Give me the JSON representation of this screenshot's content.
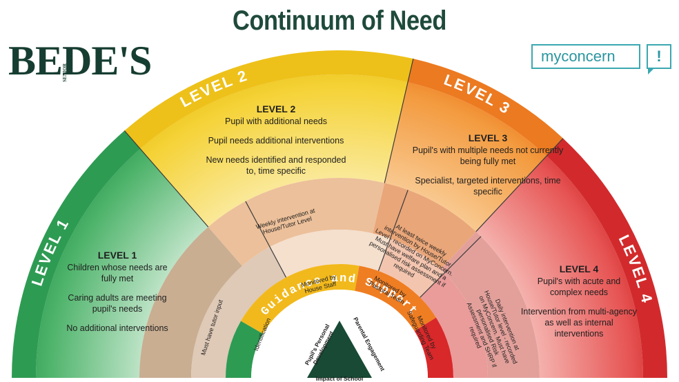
{
  "header": {
    "title": "Continuum of Need",
    "logo_left": "BEDE'S",
    "logo_left_small": "SENIOR",
    "logo_right": "myconcern",
    "logo_right_mark": "!"
  },
  "outer_labels": {
    "level1": "LEVEL 1",
    "level2": "LEVEL 2",
    "level3": "LEVEL 3",
    "level4": "LEVEL 4"
  },
  "levels": {
    "level1": {
      "heading": "LEVEL 1",
      "lines": [
        "Children whose needs are fully met",
        "Caring adults are meeting pupil's needs",
        "No additional interventions"
      ]
    },
    "level2": {
      "heading": "LEVEL 2",
      "lines": [
        "Pupil with additional needs",
        "Pupil needs additional interventions",
        "New needs identified and responded to, time specific"
      ]
    },
    "level3": {
      "heading": "LEVEL 3",
      "lines": [
        "Pupil's with multiple needs not currently being fully met",
        "Specialist, targeted interventions, time specific"
      ]
    },
    "level4": {
      "heading": "LEVEL 4",
      "lines": [
        "Pupil's with acute and complex needs",
        "Intervention from multi-agency as well as internal interventions"
      ]
    }
  },
  "middle_ring": {
    "l1": "Must have tutor input",
    "l2": "Weekly intervention at House/Tutor Level",
    "l3": "At least twice weekly intervention by House/Tutor Level - recorded on MyConcern. Must have welfare plan and a personalised risk assessment if required",
    "l4": "Daily intervention at House/Tutor level - recorded on MyConcern. Must have personalised Risk Assessment and SHRP if required"
  },
  "inner_ring": {
    "l1": "Identification",
    "l2": "Monitored by House Staff",
    "l3": "Monitored by Pastoral Team",
    "l4": "Monitored by Safeguarding Team"
  },
  "band_text": "Guidance and Support",
  "triangle": {
    "left": "Pupil's Personal Development",
    "right": "Parental Engagement",
    "bottom": "Impact of School"
  },
  "colors": {
    "title": "#1f4a3c",
    "level1": "#2e9b53",
    "level2": "#f0c419",
    "level3": "#ef7d22",
    "level4": "#d8282a",
    "triangle": "#184a35",
    "myconcern": "#2a96a0"
  }
}
